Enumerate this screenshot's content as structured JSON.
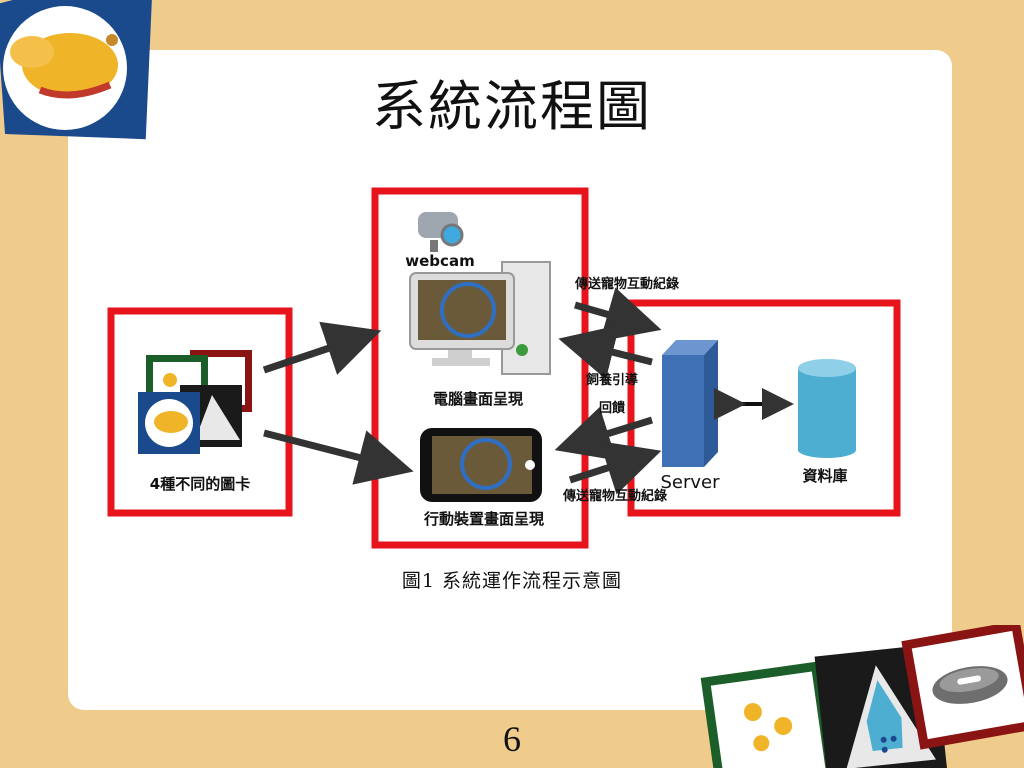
{
  "slide": {
    "title": "系統流程圖",
    "caption": "圖1  系統運作流程示意圖",
    "page_number": "6"
  },
  "diagram": {
    "cards_label": "4種不同的圖卡",
    "webcam_label": "webcam",
    "pc_label": "電腦畫面呈現",
    "mobile_label": "行動裝置畫面呈現",
    "send_record_top": "傳送寵物互動紀錄",
    "feedback_line1": "飼養引導",
    "feedback_line2": "回饋",
    "send_record_bottom": "傳送寵物互動紀錄",
    "server_label": "Server",
    "database_label": "資料庫"
  },
  "colors": {
    "background": "#f0cc8c",
    "highlight_box": "#e8141c",
    "server": "#3f6fb5",
    "database": "#4eaed1",
    "badge_blue": "#1a4a8c"
  },
  "icons": [
    "dog-head-icon",
    "webcam-icon",
    "desktop-computer-icon",
    "smartphone-icon",
    "server-icon",
    "database-icon",
    "paw-print-card-icon",
    "flask-card-icon",
    "pet-bowl-card-icon"
  ]
}
